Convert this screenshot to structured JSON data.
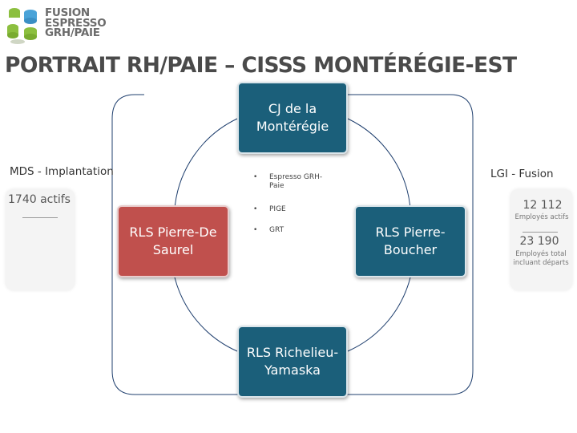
{
  "logo": {
    "lines": [
      "FUSION",
      "ESPRESSO",
      "GRH/PAIE"
    ],
    "icon": "coffee-cups-icon",
    "colors": {
      "green": "#8cbf3f",
      "blue": "#4aa3d8",
      "grey": "#6c6c6c"
    }
  },
  "title": "PORTRAIT RH/PAIE – CISSS MONTÉRÉGIE-EST",
  "left_panel": {
    "label": "MDS - Implantation",
    "count": "1740 actifs"
  },
  "right_panel": {
    "label": "LGI - Fusion",
    "active_count": "12 112",
    "active_caption": "Employés actifs",
    "total_count": "23 190",
    "total_caption": "Employés total incluant départs"
  },
  "nodes": {
    "top": "CJ de la Montérégie",
    "left": "RLS Pierre-De Saurel",
    "right": "RLS Pierre-Boucher",
    "bottom": "RLS Richelieu-Yamaska"
  },
  "systems": [
    "Espresso GRH-Paie",
    "PIGE",
    "GRT"
  ],
  "colors": {
    "teal": "#1b5f7a",
    "red": "#c0504d",
    "line": "#1f3f6e"
  }
}
